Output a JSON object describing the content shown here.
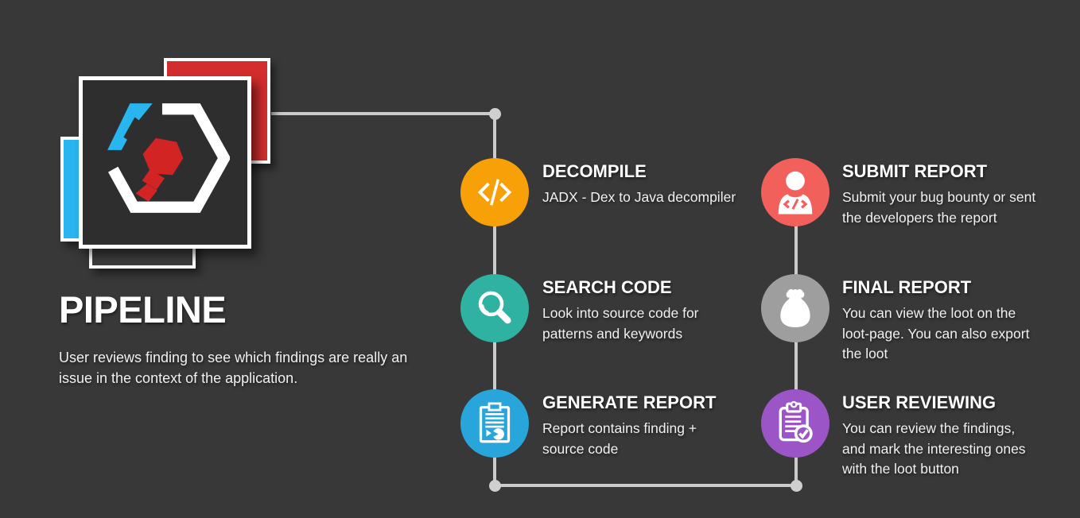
{
  "page": {
    "background": "#383838",
    "connector_color": "#CBCBCB"
  },
  "logo": {
    "label": "stacked app cards with hexagon code logo",
    "colors": {
      "red_card": "#D32D2D",
      "cyan_card": "#29B5EF",
      "front_card": "#2E2E2E",
      "back_card": "#3D3D3D",
      "hex_ring": "#FFFFFF",
      "hex_blue": "#29B5EF",
      "hex_red": "#D32424"
    }
  },
  "heading": {
    "title": "PIPELINE",
    "description": "User reviews finding to see which findings are really an\nissue in the context of the application."
  },
  "steps": [
    {
      "id": "decompile",
      "title": "DECOMPILE",
      "description": "JADX - Dex to Java decompiler",
      "color": "#F7A008",
      "icon": "code-icon"
    },
    {
      "id": "search-code",
      "title": "SEARCH CODE",
      "description": "Look into source code for\npatterns and keywords",
      "color": "#2FB2A2",
      "icon": "magnifier-icon"
    },
    {
      "id": "generate-report",
      "title": "GENERATE REPORT",
      "description": "Report contains finding +\nsource code",
      "color": "#28A6DB",
      "icon": "report-document-icon"
    },
    {
      "id": "submit-report",
      "title": "SUBMIT REPORT",
      "description": "Submit your bug bounty or sent\nthe developers the report",
      "color": "#F2605C",
      "icon": "person-code-icon"
    },
    {
      "id": "final-report",
      "title": "FINAL REPORT",
      "description": "You can view the loot on the\nloot-page. You can also export\nthe loot",
      "color": "#9E9E9E",
      "icon": "money-bag-icon"
    },
    {
      "id": "user-reviewing",
      "title": "USER REVIEWING",
      "description": "You can review the findings,\nand mark the interesting ones\nwith the loot button",
      "color": "#9B55C6",
      "icon": "clipboard-check-icon"
    }
  ]
}
